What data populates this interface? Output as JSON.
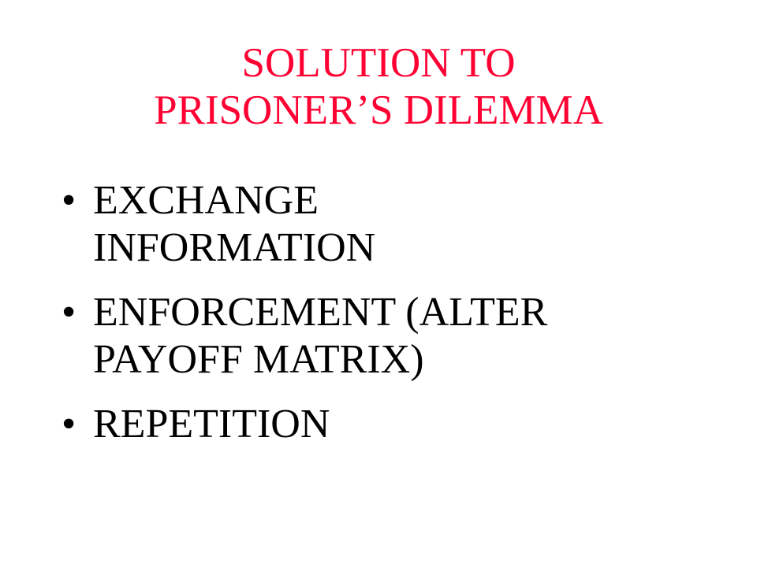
{
  "slide": {
    "title_lines": [
      "SOLUTION TO",
      "PRISONER’S DILEMMA"
    ],
    "bullet_symbol": "•",
    "bullets": [
      {
        "lines": [
          "EXCHANGE",
          "INFORMATION"
        ]
      },
      {
        "lines": [
          "ENFORCEMENT (ALTER",
          "PAYOFF MATRIX)"
        ]
      },
      {
        "lines": [
          "REPETITION"
        ]
      }
    ],
    "colors": {
      "title": "#ff0033",
      "body": "#000000",
      "background": "#ffffff"
    }
  }
}
